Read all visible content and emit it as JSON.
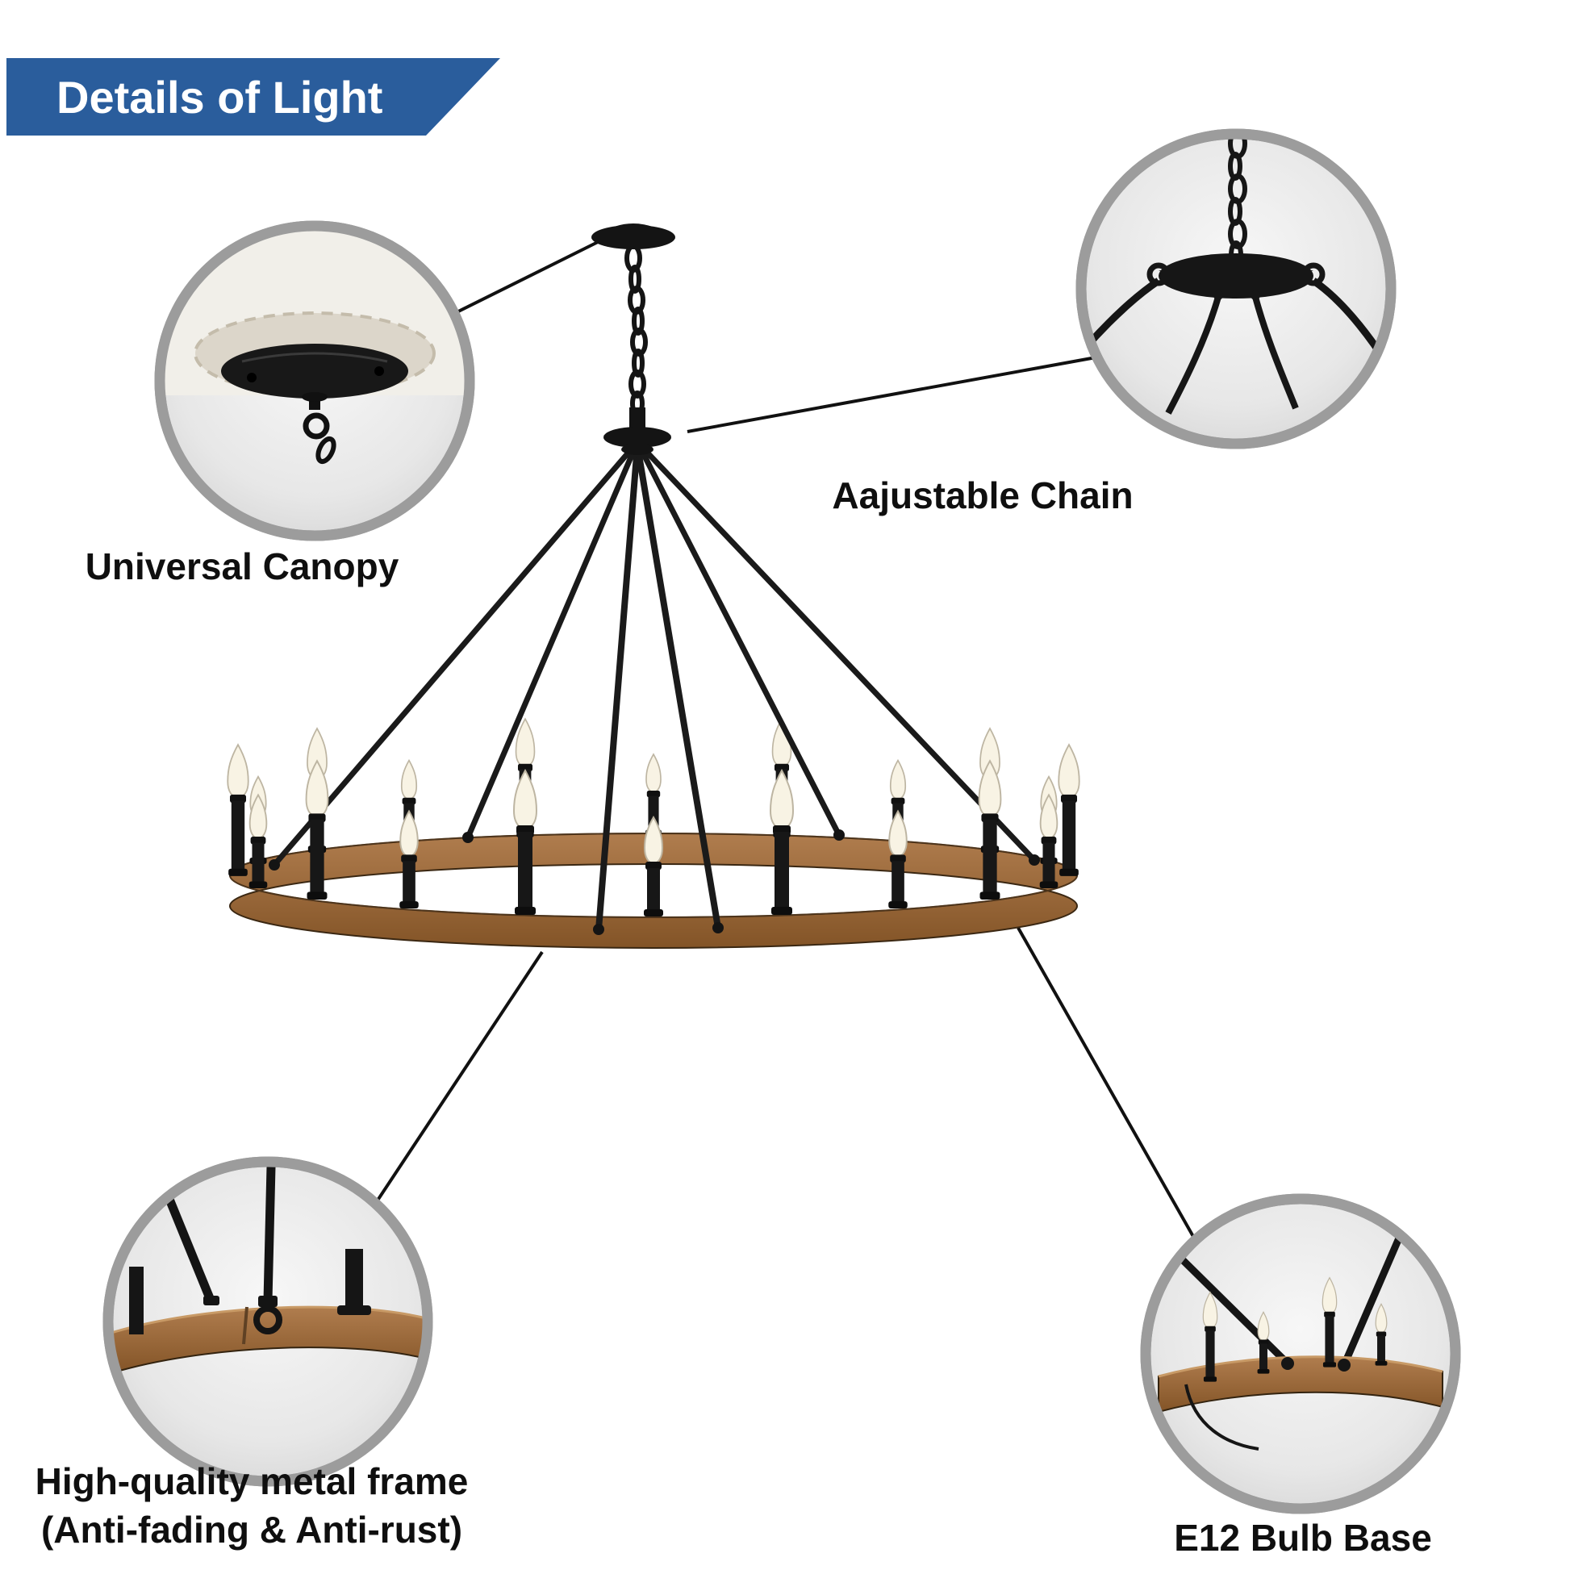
{
  "title": "Details of Light",
  "callouts": {
    "canopy": {
      "label": "Universal Canopy"
    },
    "chain": {
      "label": "Aajustable Chain"
    },
    "frame": {
      "label": "High-quality metal frame",
      "label2": "(Anti-fading & Anti-rust)"
    },
    "bulb": {
      "label": "E12 Bulb Base"
    }
  },
  "colors": {
    "banner": "#2a5d9c",
    "callout_ring": "#9c9c9c",
    "wood_light": "#b07d4e",
    "wood_dark": "#835427",
    "metal": "#1a1a1a",
    "bulb_glass": "#f8f3e4"
  }
}
